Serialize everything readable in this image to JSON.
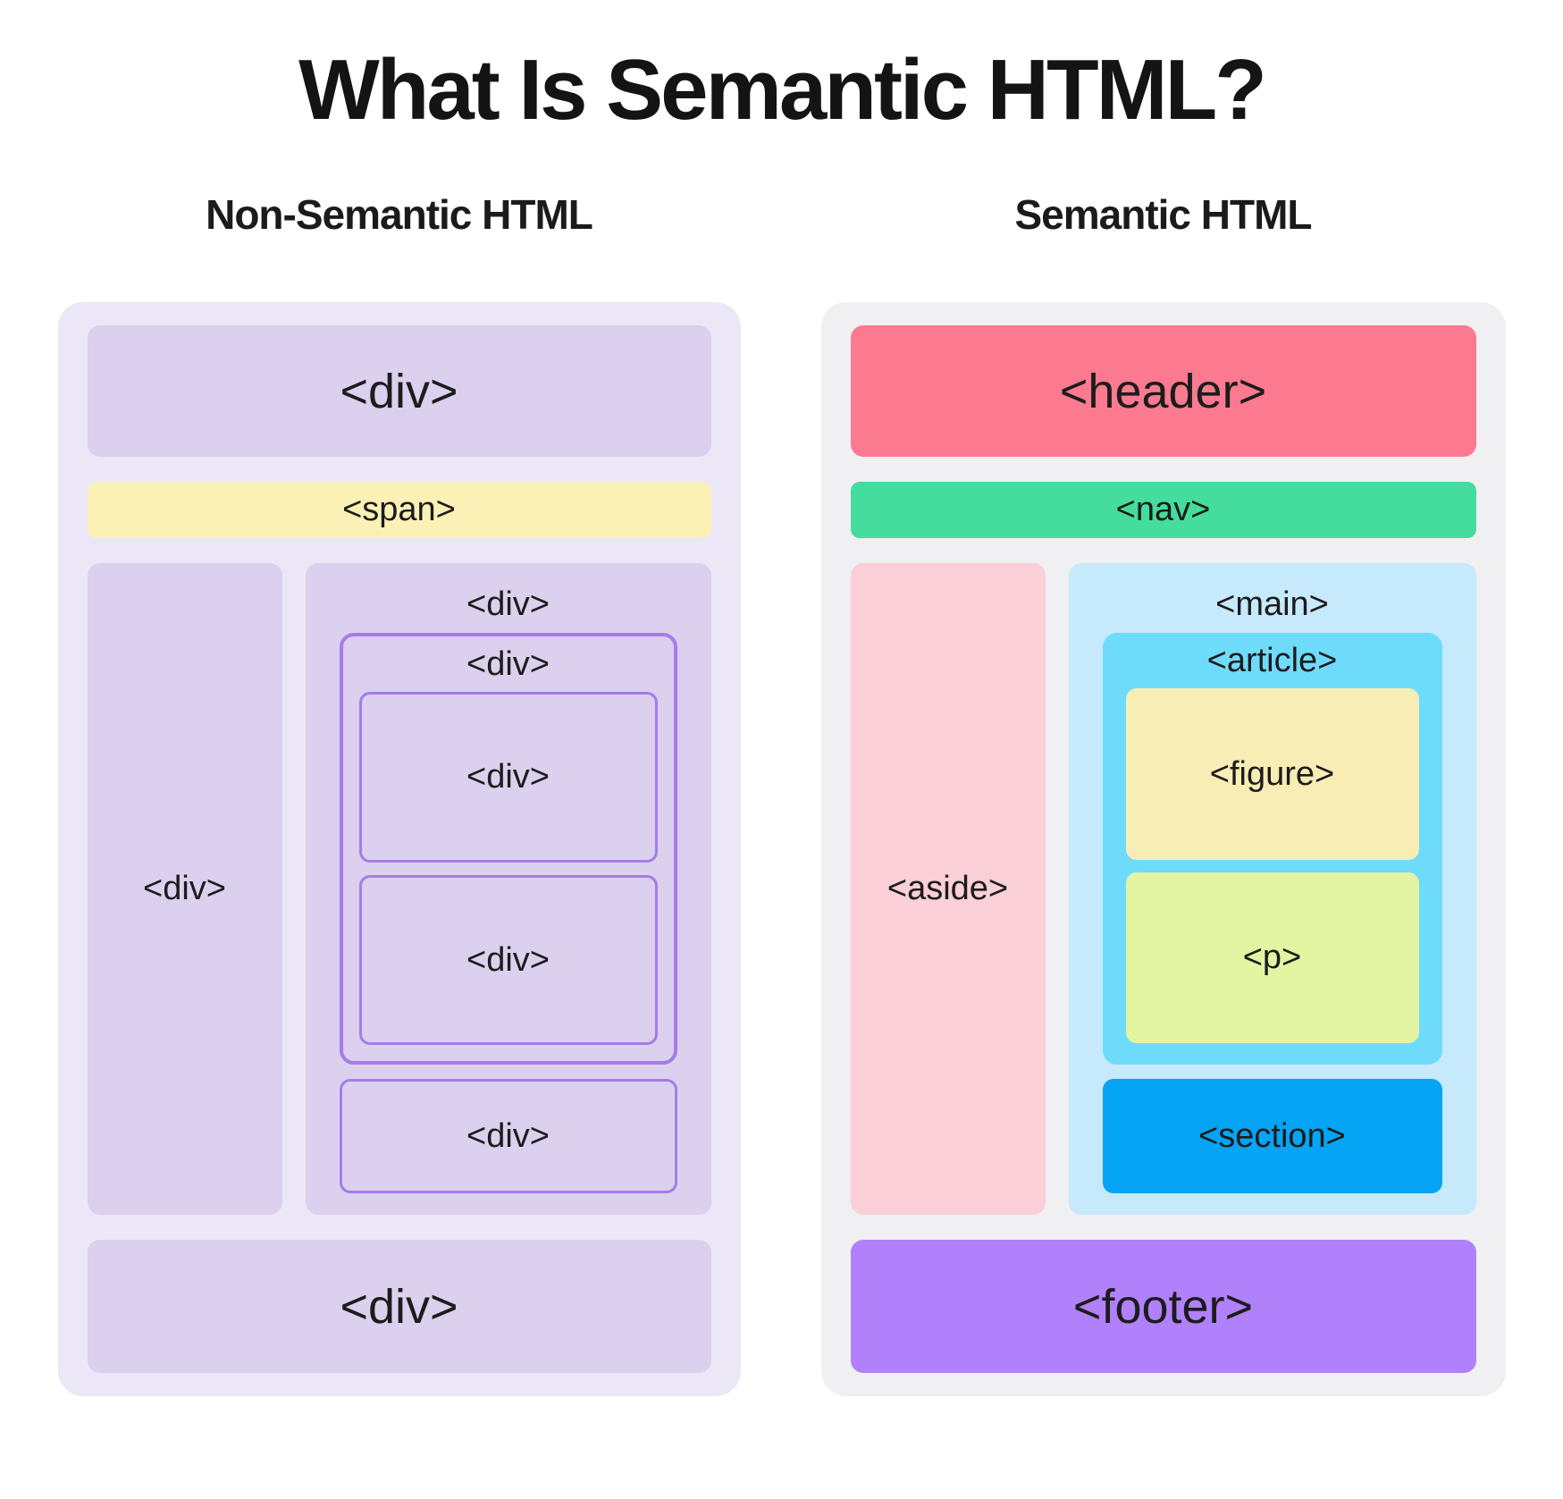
{
  "title": "What Is Semantic HTML?",
  "non_semantic": {
    "heading": "Non-Semantic HTML",
    "top_div": "<div>",
    "span": "<span>",
    "side_div": "<div>",
    "container_div": "<div>",
    "nested_outer_div": "<div>",
    "nested_div_1": "<div>",
    "nested_div_2": "<div>",
    "nested_div_3": "<div>",
    "bottom_div": "<div>"
  },
  "semantic": {
    "heading": "Semantic HTML",
    "header": "<header>",
    "nav": "<nav>",
    "aside": "<aside>",
    "main": "<main>",
    "article": "<article>",
    "figure": "<figure>",
    "p": "<p>",
    "section": "<section>",
    "footer": "<footer>"
  },
  "colors": {
    "page_bg": "#ffffff",
    "text": "#1c1c1c",
    "left_panel_bg": "#ECE7F6",
    "left_box_bg": "#DBD0ED",
    "span_bg": "#FBF1B6",
    "nested_border": "#A57CEA",
    "right_panel_bg": "#F0EFF2",
    "header_bg": "#FB7A8F",
    "nav_bg": "#44DD9E",
    "aside_bg": "#FACFD7",
    "main_bg": "#C6E9FB",
    "article_bg": "#6FDBFB",
    "figure_bg": "#F7EDB5",
    "p_bg": "#E3F5A3",
    "section_bg": "#05A4F4",
    "footer_bg": "#B180FB"
  }
}
